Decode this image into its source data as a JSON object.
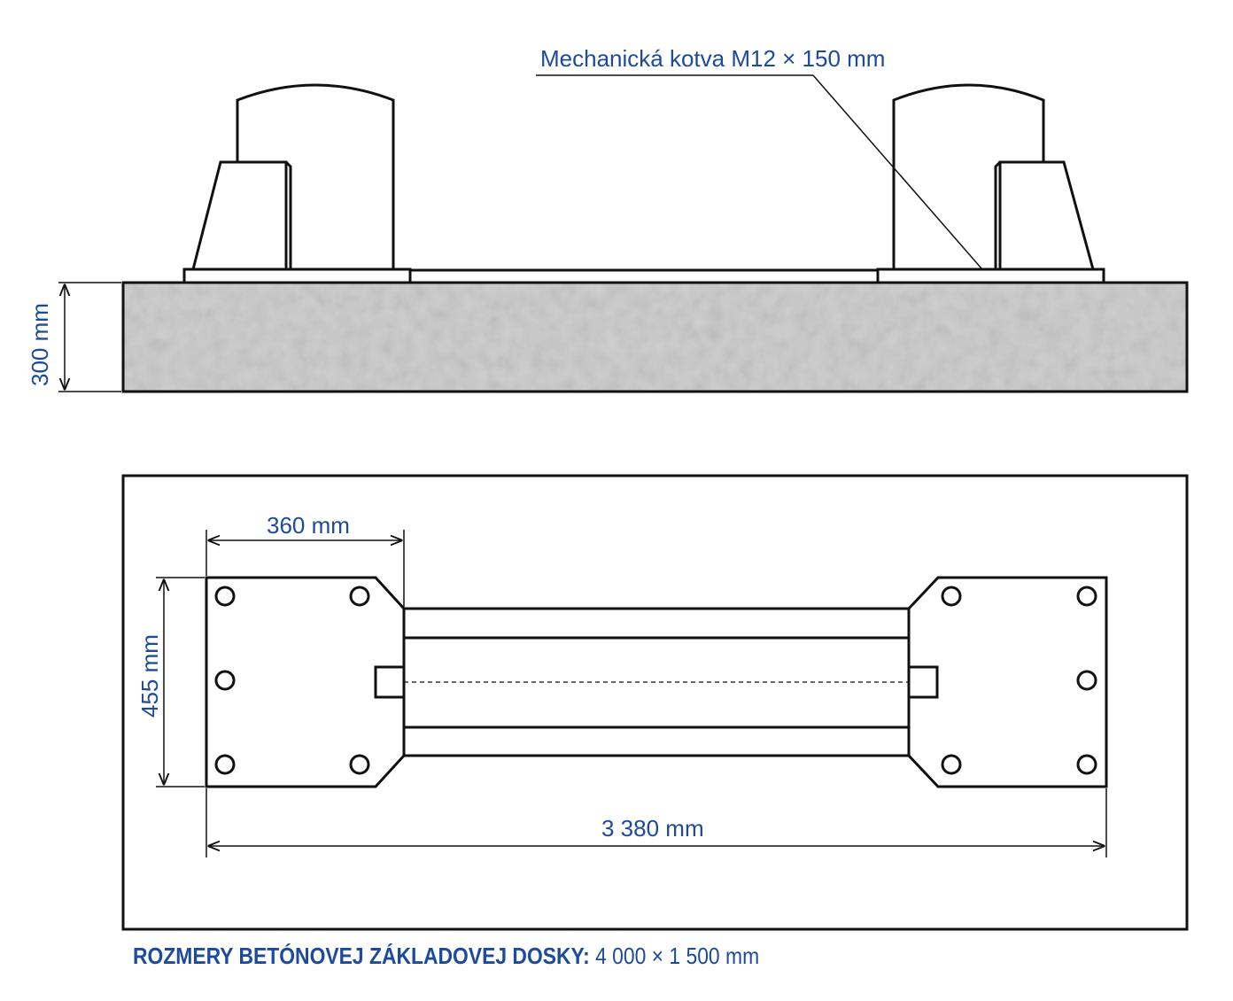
{
  "annotations": {
    "anchor_label": "Mechanická kotva M12 × 150 mm",
    "slab_height": "300 mm",
    "plate_width": "360 mm",
    "plate_height": "455 mm",
    "overall_length": "3 380 mm"
  },
  "footer": {
    "label": "ROZMERY BETÓNOVEJ ZÁKLADOVEJ DOSKY:",
    "value": "4 000 × 1 500 mm"
  },
  "colors": {
    "annotation": "#1c4a9c",
    "line": "#111111",
    "concrete": "#cfcfcf"
  }
}
